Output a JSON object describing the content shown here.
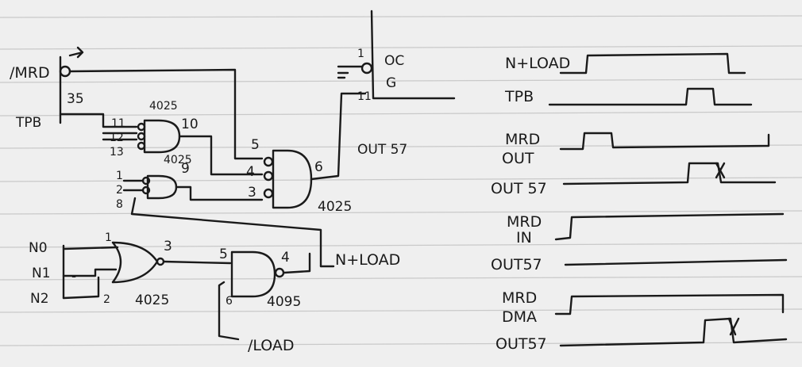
{
  "schematic": {
    "signals": {
      "mrd_in": "/MRD",
      "tpb_in": "TPB",
      "n0": "N0",
      "n1": "N1",
      "n2": "N2",
      "out57": "OUT 57",
      "nxload": "N+LOAD",
      "iload": "/LOAD",
      "oc": "OC",
      "g": "G"
    },
    "chips": {
      "top_and": "4025",
      "small_and": "4025",
      "big_and": "4025",
      "nor3": "4025",
      "nand": "4095"
    },
    "pins": {
      "p35": "35",
      "p11": "11",
      "p12": "12",
      "p13": "13",
      "p10": "10",
      "p1": "1",
      "p2": "2",
      "p8": "8",
      "p9": "9",
      "p5": "5",
      "p4": "4",
      "p3": "3",
      "p6": "6",
      "oc1": "1",
      "oc11": "11",
      "n_p1": "1",
      "n_p2": "2",
      "n_p3": "3",
      "nand5": "5",
      "nand4": "4",
      "nand6": "6",
      "dash": "-"
    }
  },
  "timing": {
    "rows": [
      {
        "label": "N+LOAD"
      },
      {
        "label": "TPB"
      },
      {
        "label": "MRD"
      },
      {
        "label": "OUT"
      },
      {
        "label": "OUT 57"
      },
      {
        "label": "MRD"
      },
      {
        "label": "IN"
      },
      {
        "label": "OUT57"
      },
      {
        "label": "MRD"
      },
      {
        "label": "DMA"
      },
      {
        "label": "OUT57"
      }
    ]
  }
}
